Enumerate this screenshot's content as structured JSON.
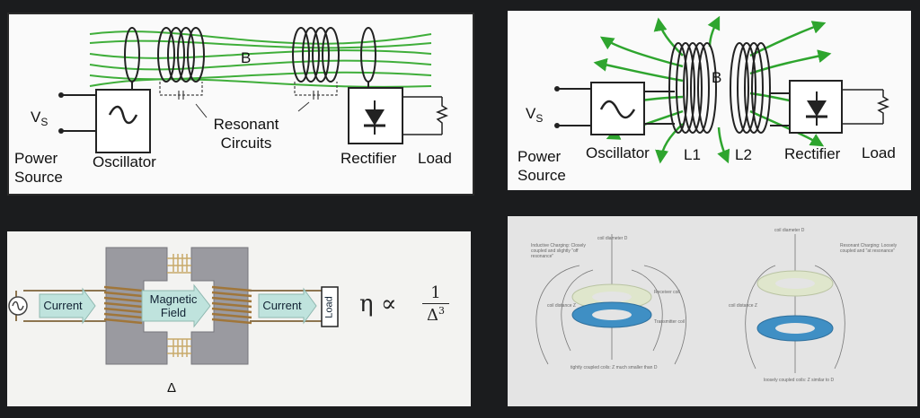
{
  "panel1": {
    "field_label": "B",
    "vs_main": "V",
    "vs_sub": "S",
    "power_source_line1": "Power",
    "power_source_line2": "Source",
    "oscillator": "Oscillator",
    "resonant_line1": "Resonant",
    "resonant_line2": "Circuits",
    "rectifier": "Rectifier",
    "load": "Load",
    "field_color": "#3fae3a"
  },
  "panel2": {
    "field_label": "B",
    "vs_main": "V",
    "vs_sub": "S",
    "power_source_line1": "Power",
    "power_source_line2": "Source",
    "oscillator": "Oscillator",
    "coil1": "L1",
    "coil2": "L2",
    "rectifier": "Rectifier",
    "load": "Load"
  },
  "panel3": {
    "current_left": "Current",
    "field_line1": "Magnetic",
    "field_line2": "Field",
    "current_right": "Current",
    "load": "Load",
    "gap_label": "Δ",
    "eta": "η ∝",
    "frac_num": "1",
    "frac_den": "Δ",
    "frac_exp": "3",
    "arrow_color": "#bfe3dd"
  },
  "panel4": {
    "left_diameter": "coil diameter D",
    "left_title": "Inductive Charging: Closely coupled and slightly \"off resonance\"",
    "left_distance": "coil distance Z",
    "receiver": "Receiver coil",
    "transmitter": "Transmitter coil",
    "left_caption": "tightly coupled coils: Z much smaller than D",
    "right_diameter": "coil diameter D",
    "right_title": "Resonant Charging: Loosely coupled and \"at resonance\"",
    "right_distance": "coil distance Z",
    "right_caption": "loosely coupled coils: Z similar to D",
    "receiver_color": "#dfe6cc",
    "transmitter_color": "#3f8fc4"
  }
}
